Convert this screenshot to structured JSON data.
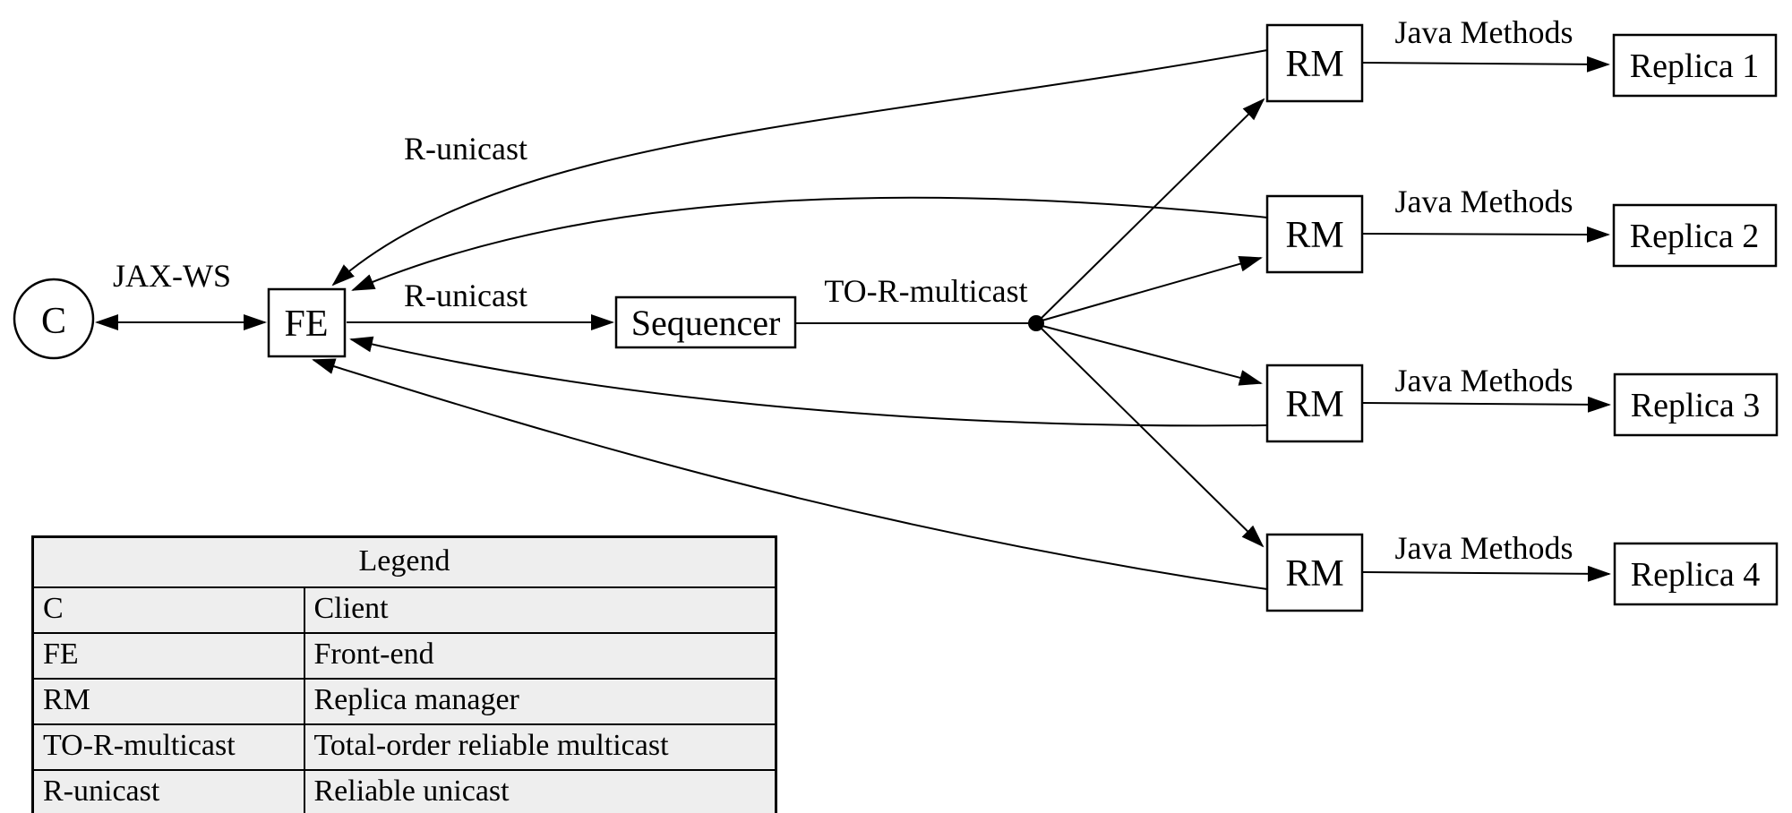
{
  "diagram": {
    "client": {
      "label": "C"
    },
    "front_end": {
      "label": "FE"
    },
    "sequencer": {
      "label": "Sequencer"
    },
    "edge_labels": {
      "client_fe": "JAX-WS",
      "rm_fe_return": "R-unicast",
      "fe_sequencer": "R-unicast",
      "sequencer_fanout": "TO-R-multicast"
    },
    "rows": [
      {
        "rm": "RM",
        "link": "Java Methods",
        "replica": "Replica 1"
      },
      {
        "rm": "RM",
        "link": "Java Methods",
        "replica": "Replica 2"
      },
      {
        "rm": "RM",
        "link": "Java Methods",
        "replica": "Replica 3"
      },
      {
        "rm": "RM",
        "link": "Java Methods",
        "replica": "Replica 4"
      }
    ]
  },
  "legend": {
    "title": "Legend",
    "rows": [
      {
        "term": "C",
        "description": "Client"
      },
      {
        "term": "FE",
        "description": "Front-end"
      },
      {
        "term": "RM",
        "description": "Replica manager"
      },
      {
        "term": "TO-R-multicast",
        "description": "Total-order reliable multicast"
      },
      {
        "term": "R-unicast",
        "description": "Reliable unicast"
      }
    ]
  },
  "colors": {
    "stroke": "#000000",
    "background": "#ffffff",
    "legend_fill": "#eeeeee"
  }
}
